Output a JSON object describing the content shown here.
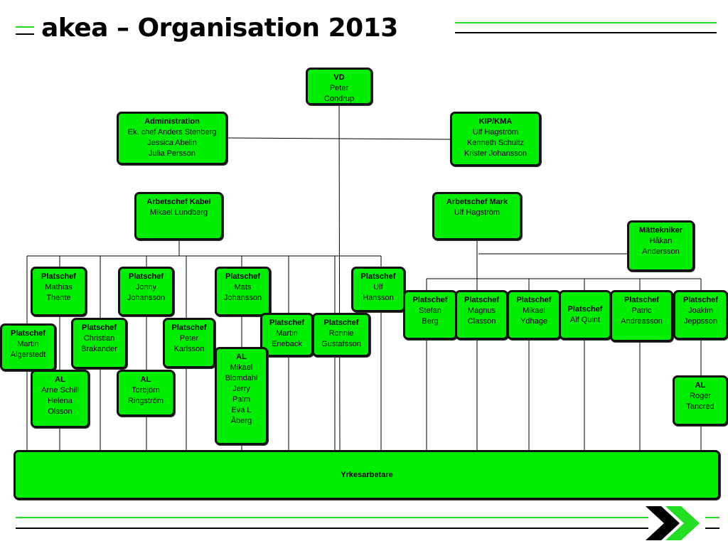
{
  "slide": {
    "title": "akea – Organisation 2013",
    "colors": {
      "box_fill": "#00ee00",
      "accent_green": "#22dd22",
      "line": "#000000"
    }
  },
  "boxes": {
    "vd": {
      "title": "VD",
      "lines": [
        "Peter",
        "Condrup"
      ]
    },
    "administration": {
      "title": "Administration",
      "lines": [
        "Ek. chef Anders Stenberg",
        "Jessica Abelin",
        "Julia Persson"
      ]
    },
    "kip_kma": {
      "title": "KIP/KMA",
      "lines": [
        "Ulf Hagström",
        "Kenneth Schultz",
        "Krister Johansson"
      ]
    },
    "arbetschef_kabel": {
      "title": "Arbetschef Kabel",
      "lines": [
        "Mikael Lundberg"
      ]
    },
    "arbetschef_mark": {
      "title": "Arbetschef Mark",
      "lines": [
        "Ulf Hagström"
      ]
    },
    "mattekniker": {
      "title": "Mättekniker",
      "lines": [
        "Håkan",
        "Andersson"
      ]
    },
    "pc_mathias": {
      "title": "Platschef",
      "lines": [
        "Mathias",
        "Thente"
      ]
    },
    "pc_jonny": {
      "title": "Platschef",
      "lines": [
        "Jonny",
        "Johansson"
      ]
    },
    "pc_mats": {
      "title": "Platschef",
      "lines": [
        "Mats",
        "Johansson"
      ]
    },
    "pc_ulf": {
      "title": "Platschef",
      "lines": [
        "Ulf",
        "Hansson"
      ]
    },
    "pc_martin_a": {
      "title": "Platschef",
      "lines": [
        "Martin",
        "Algerstedt"
      ]
    },
    "pc_christian": {
      "title": "Platschef",
      "lines": [
        "Christian",
        "Brakander"
      ]
    },
    "pc_peter": {
      "title": "Platschef",
      "lines": [
        "Peter",
        "Karlsson"
      ]
    },
    "pc_martin_e": {
      "title": "Platschef",
      "lines": [
        "Martin",
        "Eneback"
      ]
    },
    "pc_ronnie": {
      "title": "Platschef",
      "lines": [
        "Ronnie",
        "Gustafsson"
      ]
    },
    "al_arne": {
      "title": "AL",
      "lines": [
        "Arne Schill",
        "Helena",
        "Olsson"
      ]
    },
    "al_torbjorn": {
      "title": "AL",
      "lines": [
        "Torbjörn",
        "Ringström"
      ]
    },
    "al_mikael": {
      "title": "AL",
      "lines": [
        "Mikael",
        "Blomdahl",
        "Jerry",
        "Palm",
        "Eva L",
        "Åberg"
      ]
    },
    "pc_stefan": {
      "title": "Platschef",
      "lines": [
        "Stefan",
        "Berg"
      ]
    },
    "pc_magnus": {
      "title": "Platschef",
      "lines": [
        "Magnus",
        "Classon"
      ]
    },
    "pc_mikael_y": {
      "title": "Platschef",
      "lines": [
        "Mikael",
        "Ydhage"
      ]
    },
    "pc_alf": {
      "title": "Platschef",
      "lines": [
        "Alf Quint"
      ]
    },
    "pc_patric": {
      "title": "Platschef",
      "lines": [
        "Patric",
        "Andreasson"
      ]
    },
    "pc_joakim": {
      "title": "Platschef",
      "lines": [
        "Joakim",
        "Jeppsson"
      ]
    },
    "al_roger": {
      "title": "AL",
      "lines": [
        "Roger",
        "Tancred"
      ]
    },
    "yrkesarbetare": {
      "title": "Yrkesarbetare",
      "lines": []
    }
  }
}
